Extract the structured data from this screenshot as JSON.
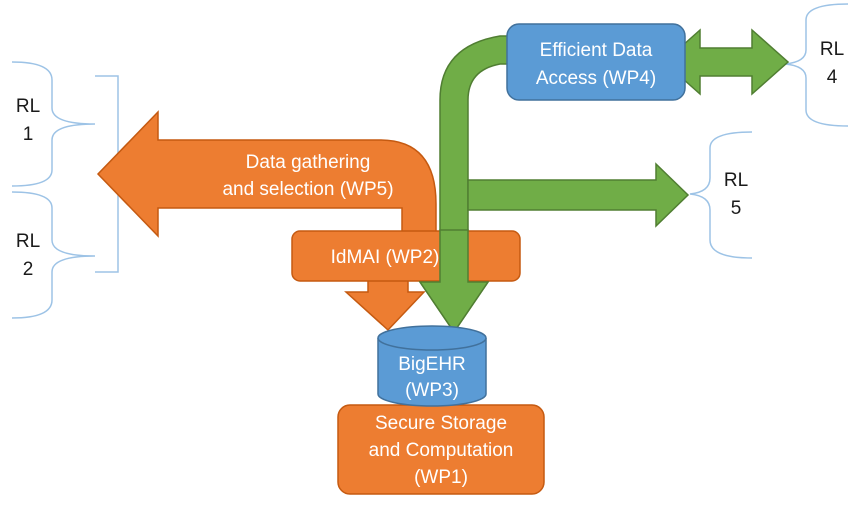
{
  "colors": {
    "orange": "#ED7D31",
    "orange_stroke": "#C55A11",
    "blue": "#5B9BD5",
    "blue_stroke": "#41719C",
    "green": "#70AD47",
    "green_stroke": "#507E32",
    "bracket": "#9DC3E6"
  },
  "nodes": {
    "wp4": {
      "line1": "Efficient Data",
      "line2": "Access (WP4)"
    },
    "wp5": {
      "line1": "Data gathering",
      "line2": "and selection (WP5)"
    },
    "wp2": {
      "label": "IdMAI (WP2)"
    },
    "wp3": {
      "line1": "BigEHR",
      "line2": "(WP3)"
    },
    "wp1": {
      "line1": "Secure Storage",
      "line2": "and Computation",
      "line3": "(WP1)"
    }
  },
  "rl": {
    "rl1": {
      "line1": "RL",
      "line2": "1"
    },
    "rl2": {
      "line1": "RL",
      "line2": "2"
    },
    "rl4": {
      "line1": "RL",
      "line2": "4"
    },
    "rl5": {
      "line1": "RL",
      "line2": "5"
    }
  }
}
